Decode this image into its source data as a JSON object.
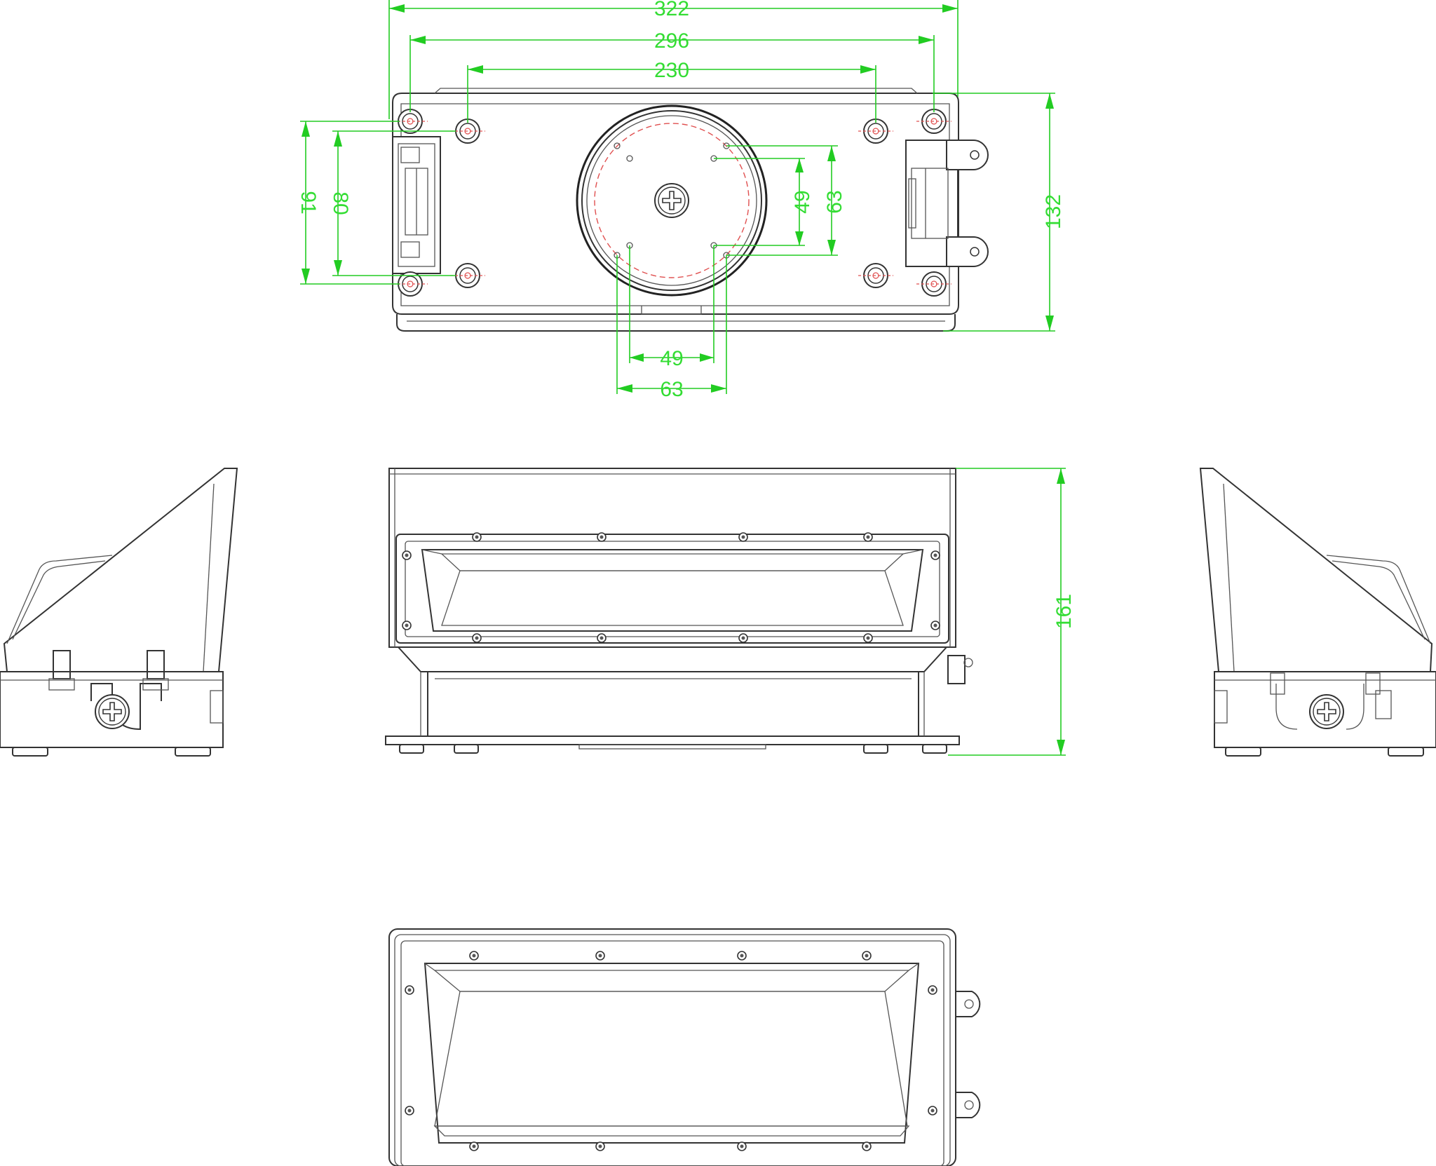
{
  "top_view": {
    "dimensions": {
      "overall_width": "322",
      "mounting_width": "296",
      "inner_hole_width": "230",
      "overall_depth": "132",
      "outer_hole_height": "91",
      "inner_hole_height": "80",
      "bracket_pattern_large": "63",
      "bracket_pattern_small": "49",
      "bracket_pattern_bottom_large": "63",
      "bracket_pattern_bottom_small": "49"
    }
  },
  "front_view": {
    "dimensions": {
      "overall_height": "161"
    }
  },
  "colors": {
    "outline": "#333333",
    "dimension": "#22cc22",
    "centerline": "#e05050"
  }
}
